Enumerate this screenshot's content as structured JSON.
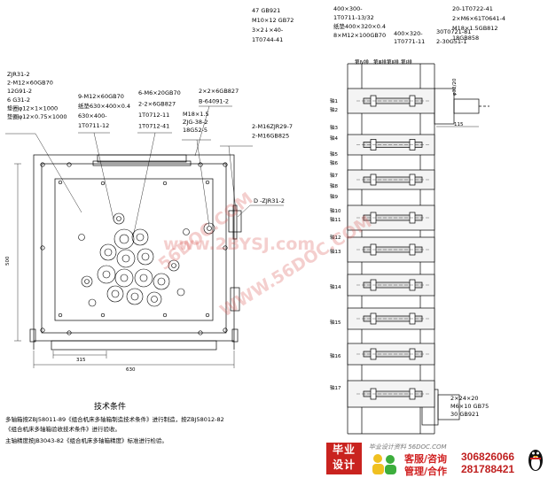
{
  "left_labels": {
    "zjr_group": [
      "ZJR31-2",
      "2-M12×60GB70",
      "12G91-2",
      "6 G31-2",
      "垫圈φ12×1×1000",
      "垫圈φ12×0.75×1000"
    ],
    "m12_group": [
      "9-M12×60GB70",
      "纸垫630×400×0.4",
      "630×400-",
      "1T0711-12"
    ],
    "m6_group": [
      "6-M6×20GB70",
      "2-2×6GB827",
      "1T0712-11",
      "1T0712-41"
    ],
    "pin_group": [
      "2×2×6GB827",
      "B-64091-2"
    ],
    "m18_group": [
      "M18×1.5",
      "ZJG-38-2",
      "18G52-5"
    ],
    "m16_group": [
      "2-M16ZJR29-7",
      "2-M16GB825"
    ],
    "dz_label": "D -ZJR31-2",
    "dim_500": "500",
    "dim_315": "315",
    "dim_630": "630"
  },
  "top_labels": {
    "gb921": [
      "47  GB921",
      "M10×12  GB72",
      "3×2↓×40-",
      "1T0744-41"
    ],
    "left_stack": [
      "400×300-",
      "1T0711-13/32",
      "纸垫400×320×0.4",
      "8×M12×100GB70"
    ],
    "mid_stack": [
      "400×320-",
      "1T0771-11"
    ],
    "t0721": [
      "30T0721-81",
      "2-30G51-1"
    ],
    "right_stack": [
      "20-1T0722-41",
      "2×M6×61T0641-4",
      "M18×1.5GB812",
      "18GB858"
    ],
    "dim_115": "115",
    "dim_v": "φ32/20"
  },
  "columns": [
    "第Ⅳ排",
    "第Ⅲ排",
    "第Ⅱ排",
    "第Ⅰ排"
  ],
  "shafts": [
    "轴1",
    "轴2",
    "轴3",
    "轴4",
    "轴5",
    "轴6",
    "轴7",
    "轴8",
    "轴9",
    "轴10",
    "轴11",
    "轴12",
    "轴13",
    "轴14",
    "轴15",
    "轴16",
    "轴17"
  ],
  "bottom_right": [
    "2×24×20",
    "M6×10  GB75",
    "30  GB921"
  ],
  "watermarks": [
    "56DOC.COM",
    "www.2BYSJ.com",
    "WWW.56DOC.COM"
  ],
  "tech": {
    "title": "技术条件",
    "lines": [
      "多轴箱按ZBJ58011-89《组合机床多轴箱制造技术条件》进行制造，按ZBJ58012-82",
      "《组合机床多轴箱验收技术条件》进行验收。",
      "主轴精度按JB3043-82《组合机床多轴箱精度》标准进行检验。"
    ]
  },
  "banner": {
    "logo": [
      "毕业",
      "设计"
    ],
    "site": "毕业设计资料 56DOC.COM",
    "labels": [
      "客服/咨询",
      "管理/合作"
    ],
    "numbers": [
      "306826066",
      "281788421"
    ]
  }
}
